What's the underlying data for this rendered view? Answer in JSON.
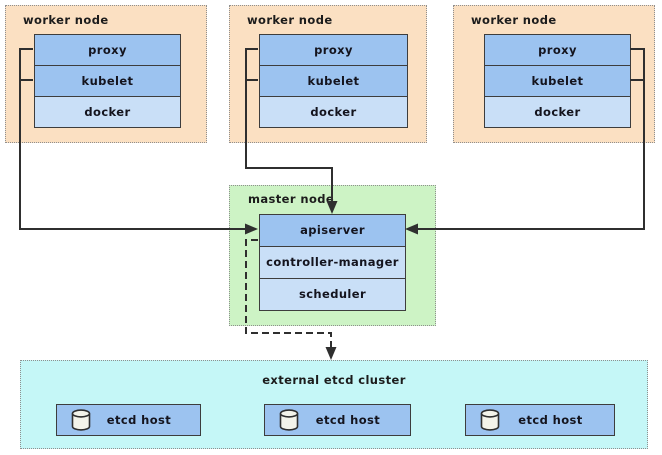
{
  "workers": [
    {
      "title": "worker node",
      "components": [
        "proxy",
        "kubelet",
        "docker"
      ]
    },
    {
      "title": "worker node",
      "components": [
        "proxy",
        "kubelet",
        "docker"
      ]
    },
    {
      "title": "worker node",
      "components": [
        "proxy",
        "kubelet",
        "docker"
      ]
    }
  ],
  "master": {
    "title": "master node",
    "components": [
      "apiserver",
      "controller-manager",
      "scheduler"
    ]
  },
  "etcd": {
    "title": "external etcd cluster",
    "hosts": [
      {
        "icon": "database-cylinder-icon",
        "label": "etcd host"
      },
      {
        "icon": "database-cylinder-icon",
        "label": "etcd host"
      },
      {
        "icon": "database-cylinder-icon",
        "label": "etcd host"
      }
    ]
  },
  "connections": [
    "worker-1 proxy/kubelet -> apiserver (left, solid arrow)",
    "worker-2 proxy/kubelet -> apiserver (top, solid arrow)",
    "worker-3 proxy/kubelet -> apiserver (right, solid arrow)",
    "apiserver -> external etcd cluster (dashed arrow)"
  ],
  "colors": {
    "worker_bg": "#FBE0C2",
    "master_bg": "#CDF3C5",
    "etcd_bg": "#C5F7F7",
    "component_primary_blue": "#9CC3F0",
    "component_secondary_blue": "#C9DFF7",
    "box_border": "#3D3D3D",
    "dotted_border": "#8F8F8F",
    "line": "#2F2F2F"
  }
}
